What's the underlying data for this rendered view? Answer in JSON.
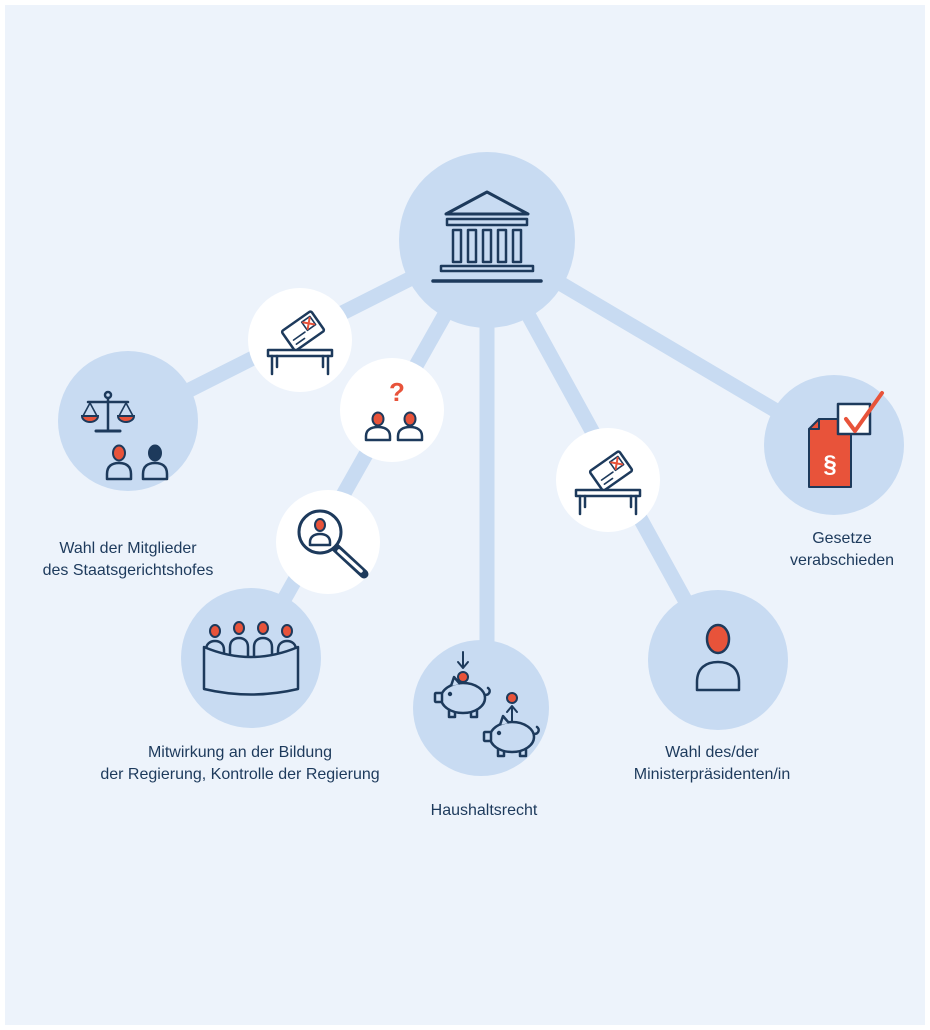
{
  "colors": {
    "background": "#edf3fb",
    "node_fill": "#c8dbf2",
    "connector_fill": "#ffffff",
    "line": "#c8dbf2",
    "icon_stroke": "#1d3a5c",
    "accent": "#e8533a",
    "text": "#1d3a5c"
  },
  "center": {
    "icon": "parliament-building-icon"
  },
  "nodes": {
    "staatsgerichtshof": {
      "icon": "scales-and-people-icon",
      "label": [
        "Wahl der Mitglieder",
        "des Staatsgerichtshofes"
      ]
    },
    "regierung": {
      "icon": "government-table-icon",
      "label": [
        "Mitwirkung an der Bildung",
        "der Regierung, Kontrolle der Regierung"
      ]
    },
    "haushalt": {
      "icon": "piggy-bank-icon",
      "label": [
        "Haushaltsrecht"
      ]
    },
    "ministerpraesident": {
      "icon": "person-icon",
      "label": [
        "Wahl des/der",
        "Ministerpräsidenten/in"
      ]
    },
    "gesetze": {
      "icon": "law-document-check-icon",
      "glyph": "§",
      "label": [
        "Gesetze",
        "verabschieden"
      ]
    }
  },
  "connectors": {
    "wahl_links": {
      "icon": "ballot-box-icon"
    },
    "frage": {
      "icon": "question-people-icon",
      "glyph": "?"
    },
    "kontrolle": {
      "icon": "magnifier-person-icon"
    },
    "wahl_rechts": {
      "icon": "ballot-box-icon"
    }
  }
}
